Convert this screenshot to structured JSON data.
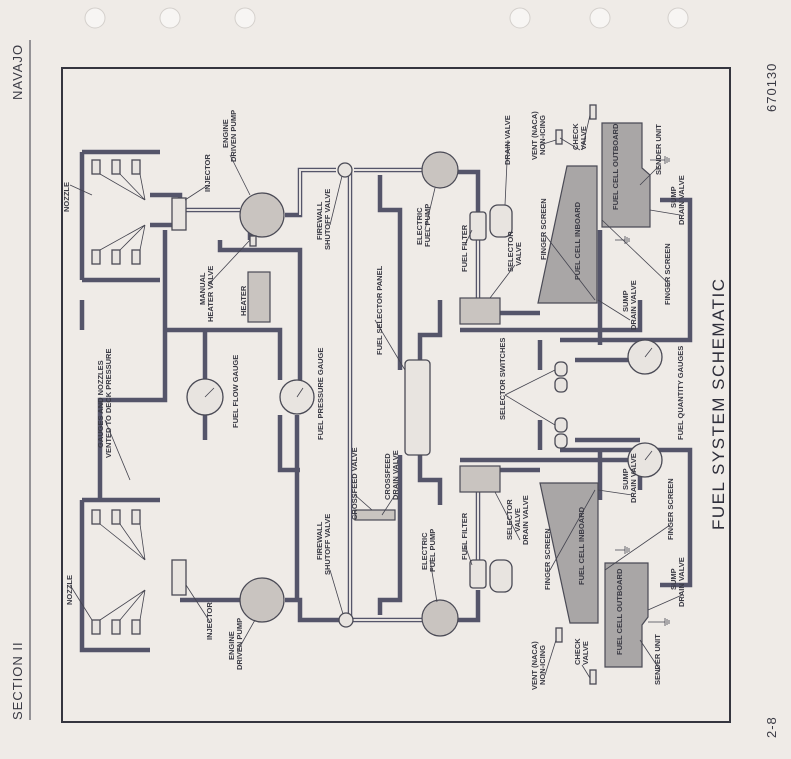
{
  "header": {
    "section": "SECTION II",
    "aircraft": "NAVAJO",
    "doc_number": "670130",
    "page_number": "2-8"
  },
  "title": "FUEL SYSTEM SCHEMATIC",
  "labels": {
    "nozzle": "NOZZLE",
    "injector": "INJECTOR",
    "engine_driven_pump_1": "ENGINE",
    "engine_driven_pump_2": "DRIVEN PUMP",
    "manual_heater_valve_1": "MANUAL",
    "manual_heater_valve_2": "HEATER VALVE",
    "heater": "HEATER",
    "gauges_vented_1": "GAUGES AND NOZZLES",
    "gauges_vented_2": "VENTED TO DECK PRESSURE",
    "fuel_flow_gauge": "FUEL FLOW GAUGE",
    "fuel_pressure_gauge": "FUEL PRESSURE GAUGE",
    "firewall_shutoff_valve_1": "FIREWALL",
    "firewall_shutoff_valve_2": "SHUTOFF VALVE",
    "electric_fuel_pump_1": "ELECTRIC",
    "electric_fuel_pump_2": "FUEL PUMP",
    "fuel_selector_panel": "FUEL SELECTOR PANEL",
    "fuel_filter": "FUEL FILTER",
    "drain_valve": "DRAIN VALVE",
    "selector_valve_1": "SELECTOR",
    "selector_valve_2": "VALVE",
    "selector_valve_3": "DRAIN VALVE",
    "finger_screen": "FINGER SCREEN",
    "fuel_cell_inboard": "FUEL CELL INBOARD",
    "fuel_cell_outboard": "FUEL CELL OUTBOARD",
    "vent_1": "VENT (NACA)",
    "vent_2": "NON-ICING",
    "check_valve_1": "CHECK",
    "check_valve_2": "VALVE",
    "sender_unit": "SENDER UNIT",
    "sump_drain_valve_1": "SUMP",
    "sump_drain_valve_2": "DRAIN VALVE",
    "selector_switches": "SELECTOR SWITCHES",
    "fuel_quantity_gauges": "FUEL QUANTITY GAUGES",
    "crossfeed_valve": "CROSSFEED VALVE",
    "crossfeed_drain_valve_1": "CROSSFEED",
    "crossfeed_drain_valve_2": "DRAIN VALVE"
  }
}
